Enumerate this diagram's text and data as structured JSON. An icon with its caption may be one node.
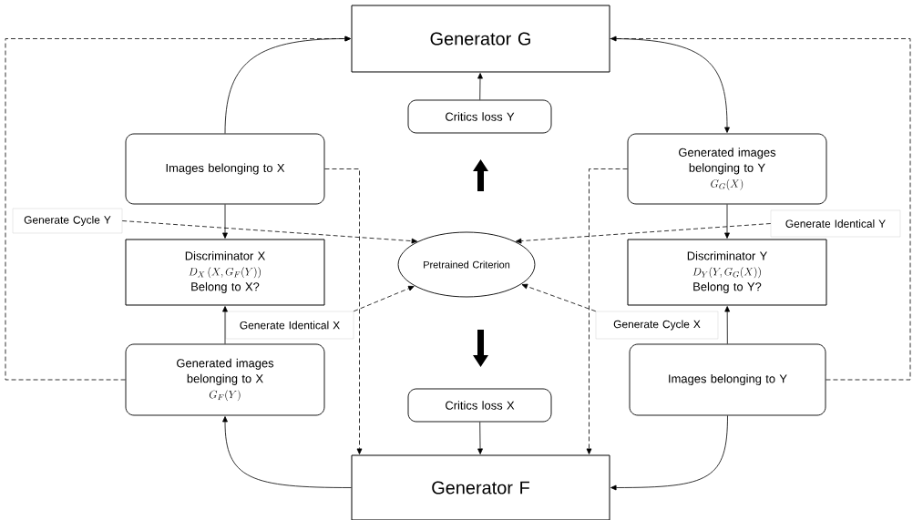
{
  "diagram": {
    "nodes": [
      {
        "text": [
          "Generator G"
        ]
      },
      {
        "text": [
          "Critics loss Y"
        ]
      },
      {
        "text": [
          "Images belonging to X"
        ]
      },
      {
        "text": [
          "Generated images belonging to Y",
          "G_{G}(X)"
        ]
      },
      {
        "text": [
          "Generate Cycle Y"
        ]
      },
      {
        "text": [
          "Discriminator X",
          "D_{X}\\left(X, G_{F}(Y)\\right)",
          "Belong to X?"
        ]
      },
      {
        "text": [
          "Pretrained Criterion"
        ]
      },
      {
        "text": [
          "Generate Identical Y"
        ]
      },
      {
        "text": [
          "Discriminator Y",
          "D_{Y}(Y, G_{G}(X))",
          "Belong to Y?"
        ]
      },
      {
        "text": [
          "Generate Identical X"
        ]
      },
      {
        "text": [
          "Generate Cycle X"
        ]
      },
      {
        "text": [
          "Generated images belonging to X",
          "G_{F}(Y)"
        ]
      },
      {
        "text": [
          "Critics loss X"
        ]
      },
      {
        "text": [
          "Images belonging to Y"
        ]
      },
      {
        "text": [
          "Generator F"
        ]
      }
    ],
    "edges": [
      {
        "from": 1,
        "to": 0,
        "arrow": "to"
      },
      {
        "from": 2,
        "to": 0,
        "arrow": "to"
      },
      {
        "from": 0,
        "to": 3,
        "arrow": "to"
      },
      {
        "from": 2,
        "to": 5,
        "arrow": "to"
      },
      {
        "from": 3,
        "to": 8,
        "arrow": "to"
      },
      {
        "from": 4,
        "to": 6,
        "arrow": "to",
        "style": "dashed"
      },
      {
        "from": 7,
        "to": 6,
        "arrow": "to",
        "style": "dashed"
      },
      {
        "from": 9,
        "to": 6,
        "arrow": "to",
        "style": "dashed"
      },
      {
        "from": 10,
        "to": 6,
        "arrow": "to",
        "style": "dashed"
      },
      {
        "from": 11,
        "to": 5,
        "arrow": "to"
      },
      {
        "from": 13,
        "to": 8,
        "arrow": "to"
      },
      {
        "from": 12,
        "to": 14,
        "arrow": "to"
      },
      {
        "from": 14,
        "to": 11,
        "arrow": "to"
      },
      {
        "from": 13,
        "to": 14,
        "arrow": "to"
      },
      {
        "from": 11,
        "to": 0,
        "arrow": "to",
        "style": "dashed"
      },
      {
        "from": 13,
        "to": 0,
        "arrow": "to",
        "style": "dashed"
      },
      {
        "from": 2,
        "to": 14,
        "arrow": "to",
        "style": "dashed"
      },
      {
        "from": 3,
        "to": 14,
        "arrow": "to",
        "style": "dashed"
      }
    ]
  }
}
